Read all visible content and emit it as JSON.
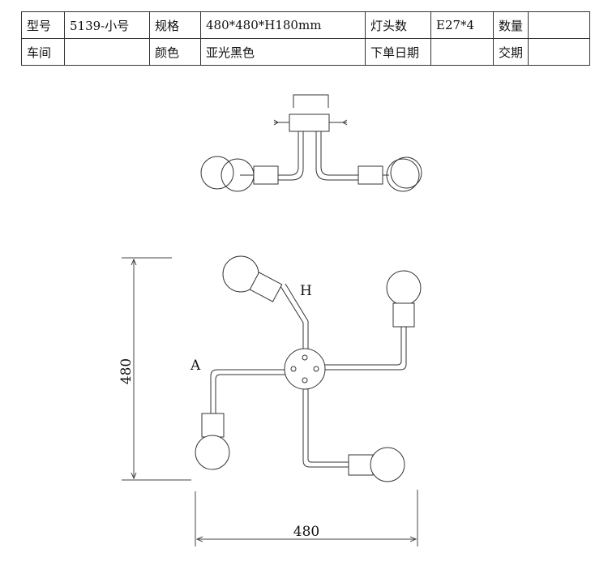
{
  "spec_table": {
    "row1": {
      "model_label": "型号",
      "model_value": "5139-小号",
      "spec_label": "规格",
      "spec_value": "480*480*H180mm",
      "socket_label": "灯头数",
      "socket_value": "E27*4",
      "qty_label": "数量",
      "qty_value": ""
    },
    "row2": {
      "workshop_label": "车间",
      "workshop_value": "",
      "color_label": "颜色",
      "color_value": "亚光黑色",
      "order_date_label": "下单日期",
      "order_date_value": "",
      "delivery_label": "交期",
      "delivery_value": ""
    }
  },
  "drawing": {
    "label_h": "H",
    "label_a": "A",
    "dim_height": "480",
    "dim_width": "480"
  }
}
